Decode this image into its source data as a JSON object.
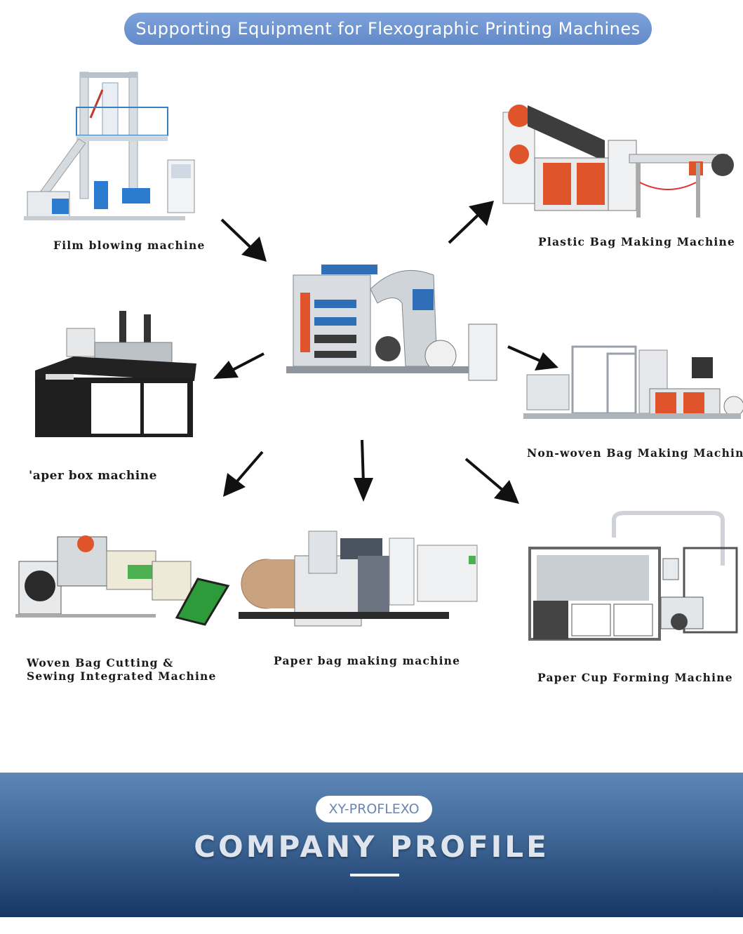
{
  "header": {
    "title": "Supporting Equipment for Flexographic Printing Machines"
  },
  "machines": {
    "film": "Film blowing machine",
    "plastic_bag": "Plastic Bag Making Machine",
    "paper_box": "'aper box machine",
    "non_woven": "Non-woven Bag Making Machine",
    "woven_line1": "Woven Bag Cutting &",
    "woven_line2": "Sewing Integrated Machine",
    "paper_bag": "Paper bag making machine",
    "paper_cup": "Paper Cup Forming Machine"
  },
  "footer": {
    "brand": "XY-PROFLEXO",
    "heading": "COMPANY PROFILE"
  },
  "colors": {
    "accent_orange": "#e0542c",
    "pill_blue": "#6f95d0",
    "footer_dark": "#163666"
  }
}
